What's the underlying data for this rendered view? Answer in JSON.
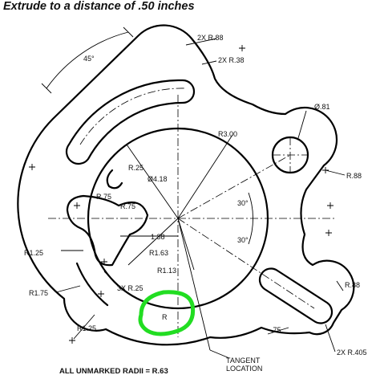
{
  "title": "Extrude to a distance of .50 inches",
  "footnote": "ALL UNMARKED RADII = R.63",
  "annotation_color": "#22dd22",
  "dimensions": {
    "angle_45": "45°",
    "r_2x_88": "2X R.88",
    "r_2x_38": "2X R.38",
    "dia_81": "Ø.81",
    "r_300": "R3.00",
    "dia_418": "Ø4.18",
    "r_25_top": "R.25",
    "r_75_left": "R.75",
    "r_75_right": "R.75",
    "r_88_right": "R.88",
    "angle_30_top": "30°",
    "angle_30_bottom": "30°",
    "r_125_left": "R1.25",
    "len_138": "1.38",
    "r_163": "R1.63",
    "r_113": "R1.13",
    "r_175": "R1.75",
    "r_3x_25": "3X R.25",
    "r_88_lower": "R.88",
    "r_125_bottom": "R1.25",
    "len_75": ".75",
    "r_2x_405": "2X R.405",
    "r_unknown": "R",
    "tangent_location": [
      "TANGENT",
      "LOCATION"
    ]
  }
}
